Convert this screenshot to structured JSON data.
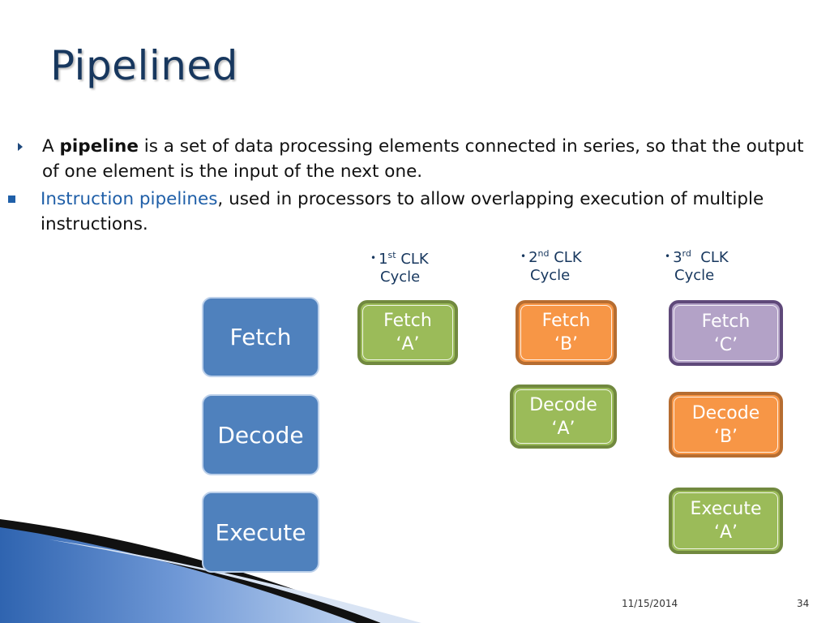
{
  "slide": {
    "title": "Pipelined",
    "bullet1": {
      "prefix": "A ",
      "bold": "pipeline",
      "rest": " is a set of data processing elements connected in series, so that the output of one element is the input of the next one."
    },
    "bullet2": {
      "accent": "Instruction pipelines",
      "rest": ", used in processors to allow overlapping execution of multiple instructions."
    }
  },
  "cycles": [
    {
      "num": "1",
      "sup": "st",
      "label": "CLK",
      "line2": "Cycle"
    },
    {
      "num": "2",
      "sup": "nd",
      "label": "CLK",
      "line2": "Cycle"
    },
    {
      "num": "3",
      "sup": "rd",
      "label": "CLK",
      "line2": "Cycle"
    }
  ],
  "stages": [
    "Fetch",
    "Decode",
    "Execute"
  ],
  "cells": {
    "c1_fetch": "Fetch\n‘A’",
    "c2_fetch": "Fetch\n‘B’",
    "c2_decode": "Decode\n‘A’",
    "c3_fetch": "Fetch\n‘C’",
    "c3_decode": "Decode\n‘B’",
    "c3_execute": "Execute\n‘A’"
  },
  "colors": {
    "stage": "#4f81bd",
    "green": "#9bbb59",
    "orange": "#f79646",
    "purple": "#b3a2c7",
    "title": "#17375e"
  },
  "footer": {
    "date": "11/15/2014",
    "page": "34"
  }
}
